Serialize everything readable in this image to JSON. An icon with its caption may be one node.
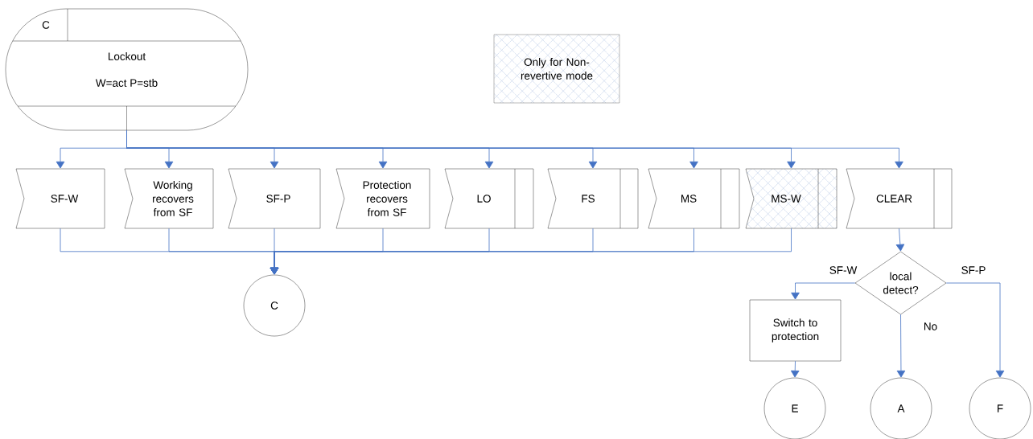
{
  "diagram": {
    "nodes": [
      {
        "text": [
          "C",
          "Lockout",
          "W=act  P=stb"
        ]
      },
      {
        "text": [
          "Only for Non-revertive mode"
        ]
      },
      {
        "text": [
          "SF-W"
        ]
      },
      {
        "text": [
          "Working recovers from SF"
        ]
      },
      {
        "text": [
          "SF-P"
        ]
      },
      {
        "text": [
          "Protection recovers from SF"
        ]
      },
      {
        "text": [
          "LO"
        ]
      },
      {
        "text": [
          "FS"
        ]
      },
      {
        "text": [
          "MS"
        ]
      },
      {
        "text": [
          "MS-W"
        ]
      },
      {
        "text": [
          "CLEAR"
        ]
      },
      {
        "text": [
          "C"
        ]
      },
      {
        "text": [
          "local detect?"
        ]
      },
      {
        "text": [
          "Switch to protection"
        ]
      },
      {
        "text": [
          "E"
        ]
      },
      {
        "text": [
          "A"
        ]
      },
      {
        "text": [
          "F"
        ]
      }
    ],
    "edges": [
      {
        "from": 0,
        "to": 2,
        "arrow": "to"
      },
      {
        "from": 0,
        "to": 3,
        "arrow": "to"
      },
      {
        "from": 0,
        "to": 4,
        "arrow": "to"
      },
      {
        "from": 0,
        "to": 5,
        "arrow": "to"
      },
      {
        "from": 0,
        "to": 6,
        "arrow": "to"
      },
      {
        "from": 0,
        "to": 7,
        "arrow": "to"
      },
      {
        "from": 0,
        "to": 8,
        "arrow": "to"
      },
      {
        "from": 0,
        "to": 9,
        "arrow": "to"
      },
      {
        "from": 0,
        "to": 10,
        "arrow": "to"
      },
      {
        "from": 2,
        "to": 11,
        "arrow": "to"
      },
      {
        "from": 3,
        "to": 11,
        "arrow": "to"
      },
      {
        "from": 4,
        "to": 11,
        "arrow": "to"
      },
      {
        "from": 5,
        "to": 11,
        "arrow": "to"
      },
      {
        "from": 6,
        "to": 11,
        "arrow": "to"
      },
      {
        "from": 7,
        "to": 11,
        "arrow": "to"
      },
      {
        "from": 8,
        "to": 11,
        "arrow": "to"
      },
      {
        "from": 9,
        "to": 11,
        "arrow": "to"
      },
      {
        "from": 10,
        "to": 12,
        "arrow": "to"
      },
      {
        "from": 12,
        "to": 13,
        "arrow": "to",
        "label": "SF-W"
      },
      {
        "from": 12,
        "to": 15,
        "arrow": "to",
        "label": "No"
      },
      {
        "from": 12,
        "to": 16,
        "arrow": "to",
        "label": "SF-P"
      },
      {
        "from": 13,
        "to": 14,
        "arrow": "to"
      }
    ]
  }
}
